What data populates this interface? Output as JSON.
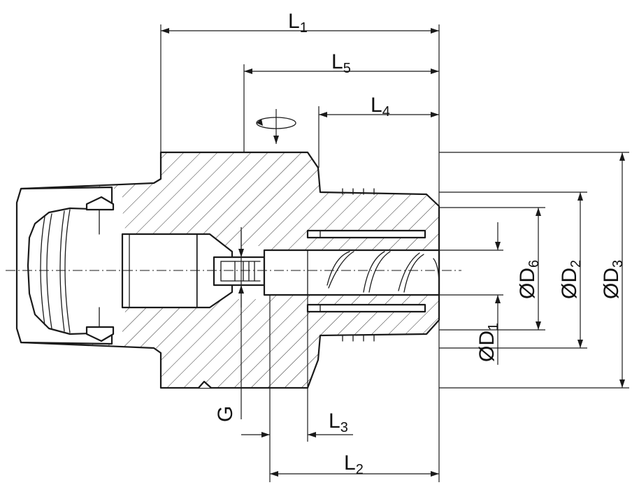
{
  "dimensions": {
    "L1": {
      "main": "L",
      "sub": "1"
    },
    "L5": {
      "main": "L",
      "sub": "5"
    },
    "L4": {
      "main": "L",
      "sub": "4"
    },
    "L3": {
      "main": "L",
      "sub": "3"
    },
    "L2": {
      "main": "L",
      "sub": "2"
    },
    "G": {
      "main": "G"
    },
    "D1": {
      "main": "ØD",
      "sub": "1"
    },
    "D6": {
      "main": "ØD",
      "sub": "6"
    },
    "D2": {
      "main": "ØD",
      "sub": "2"
    },
    "D3": {
      "main": "ØD",
      "sub": "3"
    }
  },
  "icons": {
    "rotation": "rotation-direction-icon"
  }
}
